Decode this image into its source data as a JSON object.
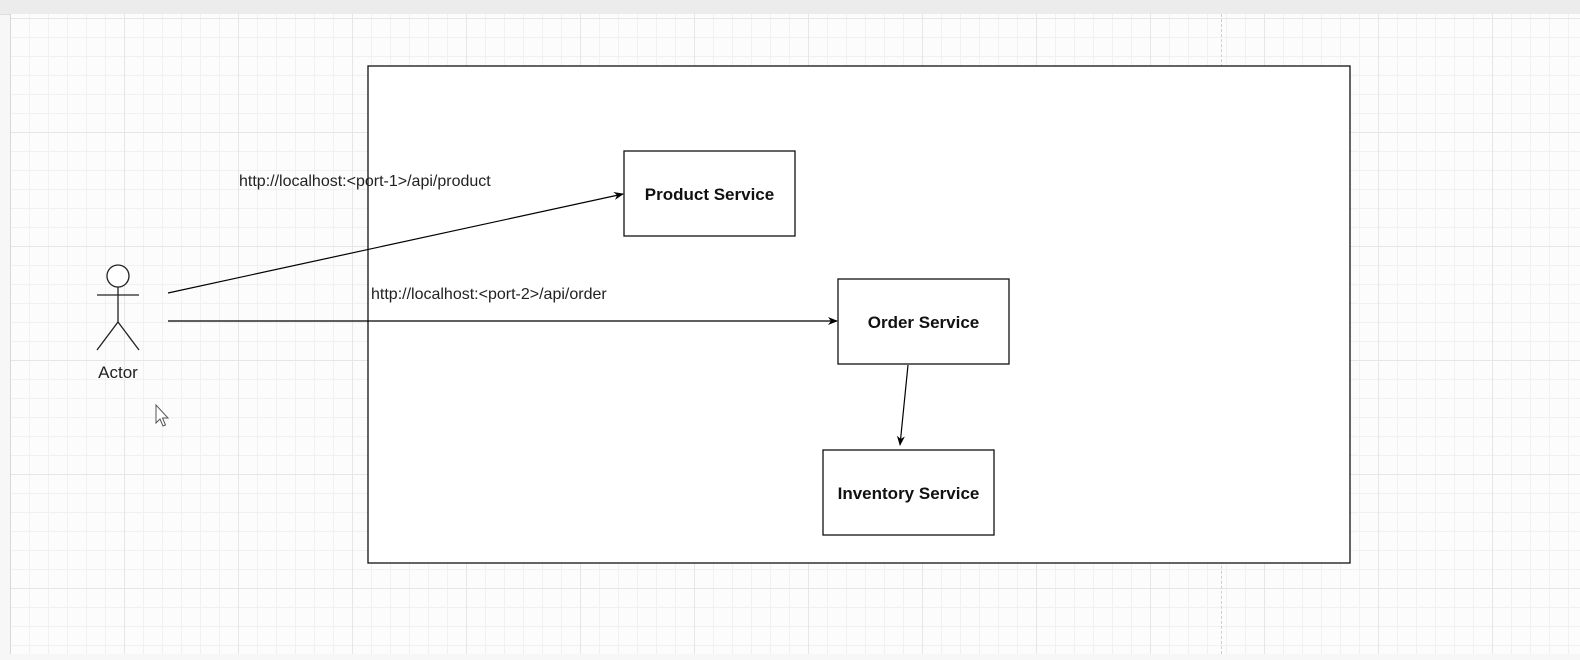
{
  "diagram": {
    "actor": {
      "label": "Actor"
    },
    "services": {
      "product": "Product Service",
      "order": "Order Service",
      "inventory": "Inventory Service"
    },
    "edges": {
      "product_url": "http://localhost:<port-1>/api/product",
      "order_url": "http://localhost:<port-2>/api/order"
    }
  },
  "colors": {
    "stroke": "#000000",
    "canvas": "#fcfcfc",
    "grid": "#e6e6e6"
  }
}
